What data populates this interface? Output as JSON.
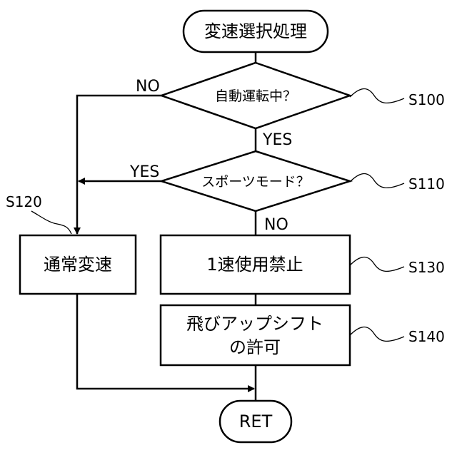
{
  "start": "変速選択処理",
  "decision1": "自動運転中？",
  "decision1_no": "NO",
  "decision1_yes": "YES",
  "decision2": "スポーツモード？",
  "decision2_yes": "YES",
  "decision2_no": "NO",
  "box_normal": "通常変速",
  "box_1st_prohibit": "1速使用禁止",
  "box_skip_line1": "飛びアップシフト",
  "box_skip_line2": "の許可",
  "end": "RET",
  "steps": {
    "s100": "S100",
    "s110": "S110",
    "s120": "S120",
    "s130": "S130",
    "s140": "S140"
  }
}
